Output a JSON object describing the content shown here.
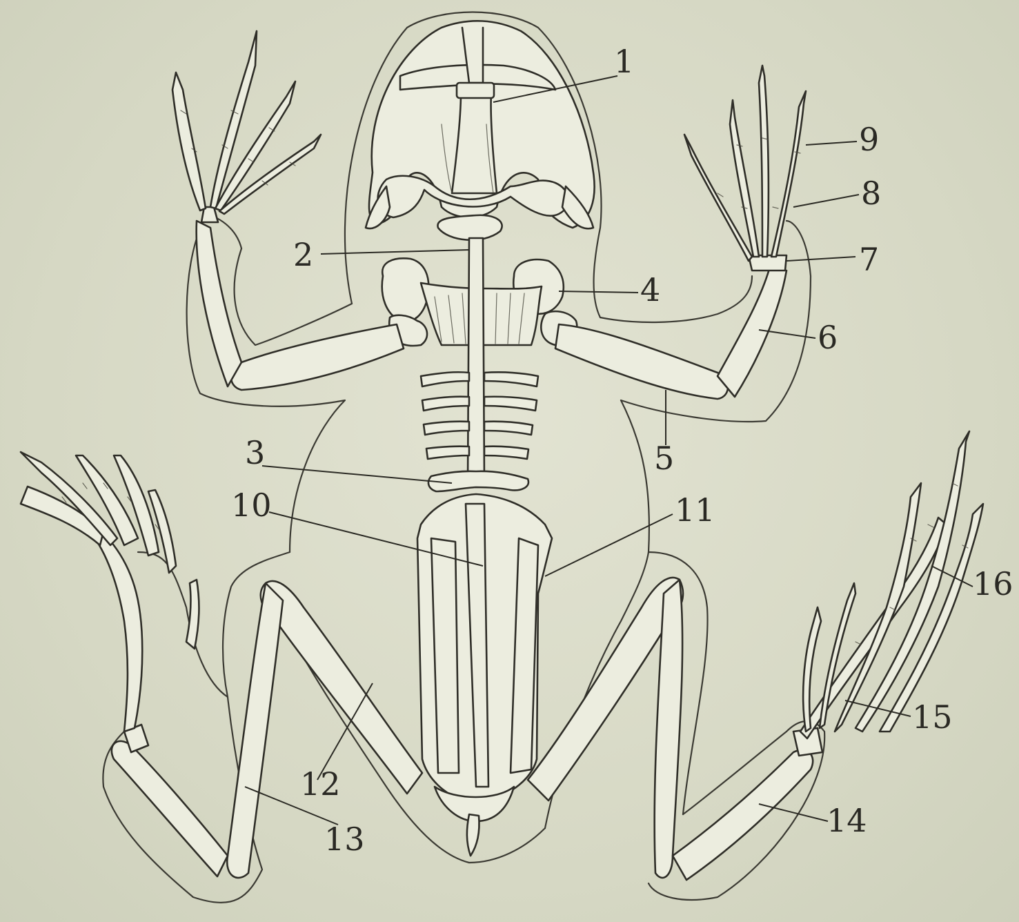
{
  "labels": {
    "l1": "1",
    "l2": "2",
    "l3": "3",
    "l4": "4",
    "l5": "5",
    "l6": "6",
    "l7": "7",
    "l8": "8",
    "l9": "9",
    "l10": "10",
    "l11": "11",
    "l12": "12",
    "l13": "13",
    "l14": "14",
    "l15": "15",
    "l16": "16"
  },
  "colors": {
    "paper": "#d9dbc8",
    "ink": "#2f2e28",
    "bone": "#eceddf"
  }
}
